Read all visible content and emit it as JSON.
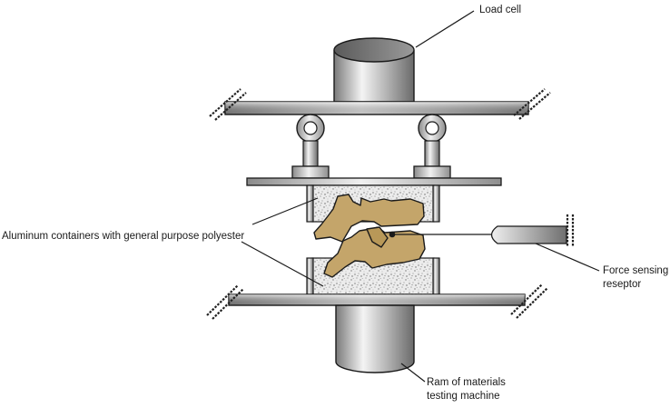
{
  "labels": {
    "load_cell": "Load cell",
    "aluminum_containers": "Aluminum containers with general purpose polyester",
    "force_sensing_line1": "Force sensing",
    "force_sensing_line2": "reseptor",
    "ram_line1": "Ram of materials",
    "ram_line2": "testing machine"
  },
  "colors": {
    "metal_light": "#f2f2f2",
    "metal_mid": "#b9b9b9",
    "metal_dark": "#6e6e6e",
    "vertebra": "#c4a56a",
    "outline": "#1a1a1a",
    "filler": "#d9d9d9"
  }
}
